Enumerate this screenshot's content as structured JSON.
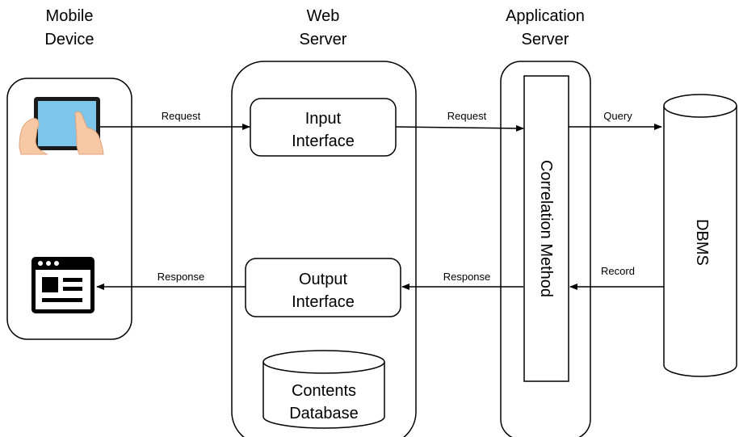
{
  "headers": {
    "mobile_device": [
      "Mobile",
      "Device"
    ],
    "web_server": [
      "Web",
      "Server"
    ],
    "application_server": [
      "Application",
      "Server"
    ]
  },
  "web_server": {
    "input_interface": [
      "Input",
      "Interface"
    ],
    "output_interface": [
      "Output",
      "Interface"
    ],
    "contents_database": [
      "Contents",
      "Database"
    ]
  },
  "application_server": {
    "correlation_method": "Correlation Method"
  },
  "dbms": {
    "label": "DBMS"
  },
  "arrows": {
    "device_to_web": "Request",
    "web_to_app": "Request",
    "app_to_dbms": "Query",
    "dbms_to_app": "Record",
    "app_to_web": "Response",
    "web_to_device": "Response"
  },
  "icons": {
    "tablet": "tablet-hands-icon",
    "browser": "browser-window-icon"
  },
  "colors": {
    "screen": "#7DC5EA",
    "skin": "#F6C8A3",
    "skin_shadow": "#E0A47C",
    "stroke": "#000000"
  }
}
